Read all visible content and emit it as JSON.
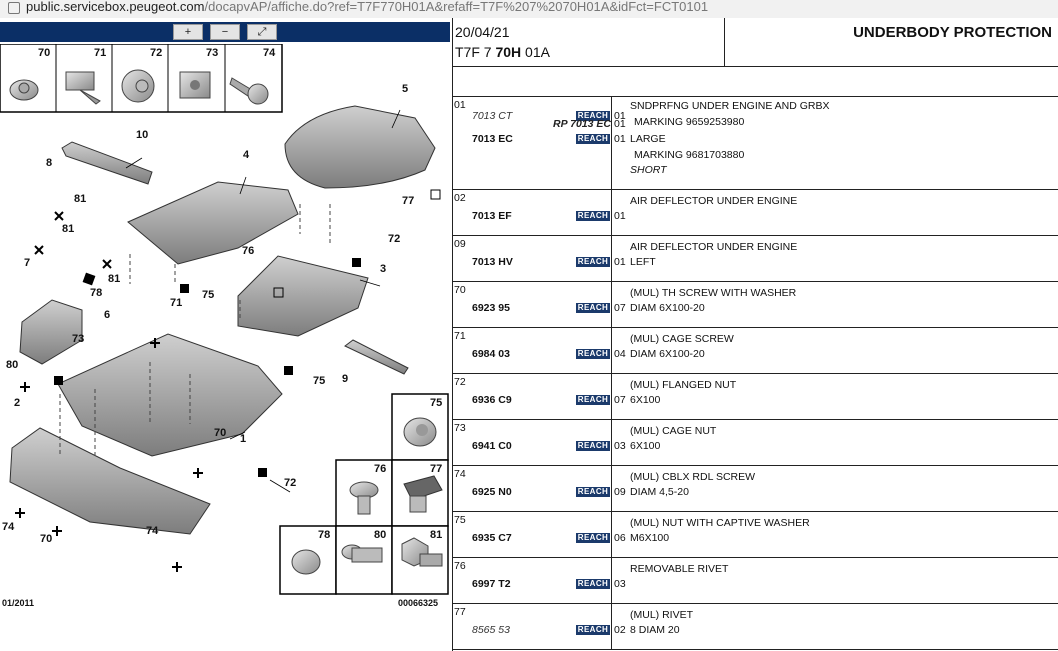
{
  "browser": {
    "url_domain": "public.servicebox.peugeot.com",
    "url_path": "/docapvAP/affiche.do?ref=T7F770H01A&refaff=T7F%207%2070H01A&idFct=FCT0101"
  },
  "diagram": {
    "toolbar": {
      "zoom_in": "+",
      "zoom_out": "−",
      "fit": "⤢"
    },
    "small_part_labels": [
      "70",
      "71",
      "72",
      "73",
      "74"
    ],
    "callouts": [
      "1",
      "2",
      "3",
      "4",
      "5",
      "6",
      "7",
      "8",
      "9",
      "10",
      "70",
      "71",
      "72",
      "73",
      "74",
      "75",
      "76",
      "77",
      "78",
      "80",
      "81"
    ],
    "fastener_labels": [
      "75",
      "76",
      "77",
      "78",
      "80",
      "81"
    ],
    "footer_left": "01/2011",
    "footer_right": "00066325"
  },
  "header": {
    "date": "20/04/21",
    "ref_prefix": "T7F 7 ",
    "ref_bold": "70H",
    "ref_suffix": " 01A",
    "title": "UNDERBODY PROTECTION"
  },
  "reach_label": "REACH",
  "parts": [
    {
      "num": "01",
      "lines": [
        {
          "code": "7013 CT",
          "code_style": "it",
          "reach": true,
          "qty": "01",
          "desc": "SNDPRFNG UNDER ENGINE AND GRBX"
        },
        {
          "rp": "RP 7013 EC",
          "qty": "01",
          "desc": "MARKING 9659253980",
          "desc_indent": true
        },
        {
          "code": "7013 EC",
          "code_style": "bold",
          "reach": true,
          "qty": "01",
          "desc": "LARGE"
        },
        {
          "desc": "MARKING 9681703880",
          "desc_indent": true
        },
        {
          "desc": "SHORT",
          "desc_style": "it"
        }
      ]
    },
    {
      "num": "02",
      "lines": [
        {
          "code": "7013 EF",
          "code_style": "bold",
          "reach": true,
          "qty": "01",
          "desc": "AIR DEFLECTOR UNDER ENGINE"
        }
      ]
    },
    {
      "num": "09",
      "lines": [
        {
          "code": "7013 HV",
          "code_style": "bold",
          "reach": true,
          "qty": "01",
          "desc": "AIR DEFLECTOR UNDER ENGINE"
        },
        {
          "desc": "LEFT"
        }
      ]
    },
    {
      "num": "70",
      "lines": [
        {
          "code": "6923 95",
          "code_style": "bold",
          "reach": true,
          "qty": "07",
          "desc": "(MUL) TH SCREW WITH WASHER"
        },
        {
          "desc": "DIAM 6X100-20"
        }
      ]
    },
    {
      "num": "71",
      "lines": [
        {
          "code": "6984 03",
          "code_style": "bold",
          "reach": true,
          "qty": "04",
          "desc": "(MUL) CAGE SCREW"
        },
        {
          "desc": "DIAM 6X100-20"
        }
      ]
    },
    {
      "num": "72",
      "lines": [
        {
          "code": "6936 C9",
          "code_style": "bold",
          "reach": true,
          "qty": "07",
          "desc": "(MUL) FLANGED NUT"
        },
        {
          "desc": "6X100"
        }
      ]
    },
    {
      "num": "73",
      "lines": [
        {
          "code": "6941 C0",
          "code_style": "bold",
          "reach": true,
          "qty": "03",
          "desc": "(MUL) CAGE NUT"
        },
        {
          "desc": "6X100"
        }
      ]
    },
    {
      "num": "74",
      "lines": [
        {
          "code": "6925 N0",
          "code_style": "bold",
          "reach": true,
          "qty": "09",
          "desc": "(MUL) CBLX RDL SCREW"
        },
        {
          "desc": "DIAM 4,5-20"
        }
      ]
    },
    {
      "num": "75",
      "lines": [
        {
          "code": "6935 C7",
          "code_style": "bold",
          "reach": true,
          "qty": "06",
          "desc": "(MUL) NUT WITH CAPTIVE WASHER"
        },
        {
          "desc": "M6X100"
        }
      ]
    },
    {
      "num": "76",
      "lines": [
        {
          "code": "6997 T2",
          "code_style": "bold",
          "reach": true,
          "qty": "03",
          "desc": "REMOVABLE RIVET"
        }
      ]
    },
    {
      "num": "77",
      "lines": [
        {
          "code": "8565 53",
          "code_style": "it",
          "reach": true,
          "qty": "02",
          "desc": "(MUL) RIVET"
        },
        {
          "desc": "8 DIAM 20"
        }
      ]
    }
  ]
}
